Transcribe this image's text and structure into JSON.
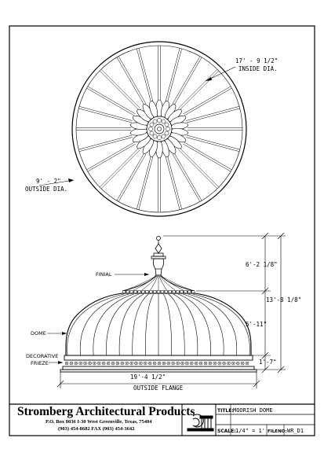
{
  "drawing": {
    "plan_inside_dia_value": "17' - 9 1/2\"",
    "plan_inside_dia_label": "INSIDE DIA.",
    "plan_outside_dia_value": "9' - 2\"",
    "plan_outside_dia_label": "OUTSIDE DIA.",
    "elev_dim_top": "6'-2 1/8\"",
    "elev_dim_total": "13'-8 1/8\"",
    "elev_dim_mid": "5'-11\"",
    "elev_dim_bottom": "1'-7\"",
    "elev_flange_value": "19'-4 1/2\"",
    "elev_flange_label": "OUTSIDE FLANGE",
    "label_finial": "FINIAL",
    "label_dome": "DOME",
    "label_frieze_1": "DECORATIVE",
    "label_frieze_2": "FRIEZE"
  },
  "title_block": {
    "company": "Stromberg Architectural Products",
    "address_line1": "P.O. Box 8036    I-30 West    Greenville, Texas, 75404",
    "address_line2": "(903) 454-8682    FAX (903) 454-3642",
    "title_label": "TITLE:",
    "title_value": "MOORISH DOME",
    "scale_label": "SCALE:",
    "scale_value": "1/4\" = 1'",
    "file_label": "FILENO:",
    "file_value": "WR_D1"
  }
}
